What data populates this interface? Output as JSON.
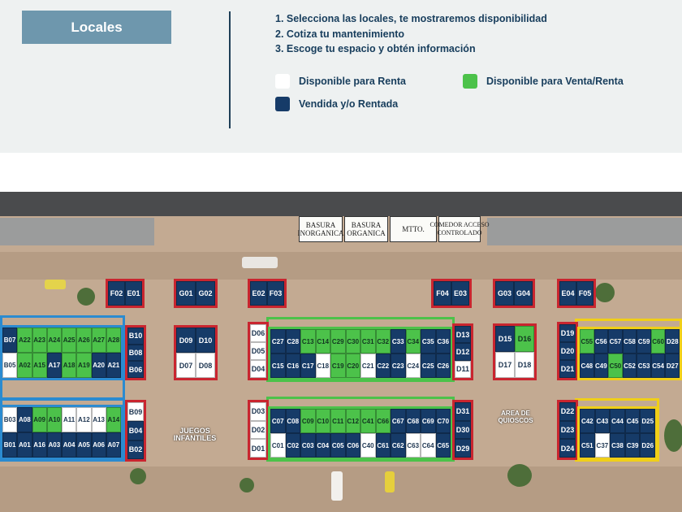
{
  "header": {
    "button_label": "Locales",
    "steps": [
      "1. Selecciona las locales, te mostraremos disponibilidad",
      "2. Cotiza tu mantenimiento",
      "3. Escoge tu espacio y obtén información"
    ],
    "legend": [
      {
        "label": "Disponible para Renta",
        "color": "#ffffff"
      },
      {
        "label": "Disponible para Venta/Renta",
        "color": "#4cc24a"
      },
      {
        "label": "Vendida y/o Rentada",
        "color": "#163b68"
      }
    ]
  },
  "status_colors": {
    "w": "#ffffff",
    "g": "#4cc24a",
    "b": "#163b68"
  },
  "map": {
    "utilities": [
      "BASURA\nINORGANICA",
      "BASURA\nORGANICA",
      "MTTO.",
      "COMEDOR ACCESO\nCONTROLADO"
    ],
    "areas": {
      "juegos": "JUEGOS\nINFANTILES",
      "quioscos": "AREA DE\nQUIOSCOS"
    },
    "blocks": {
      "F02E01": [
        [
          {
            "id": "F02",
            "s": "b"
          },
          {
            "id": "E01",
            "s": "b"
          }
        ]
      ],
      "G01G02": [
        [
          {
            "id": "G01",
            "s": "b"
          },
          {
            "id": "G02",
            "s": "b"
          }
        ]
      ],
      "E02F03": [
        [
          {
            "id": "E02",
            "s": "b"
          },
          {
            "id": "F03",
            "s": "b"
          }
        ]
      ],
      "F04E03": [
        [
          {
            "id": "F04",
            "s": "b"
          },
          {
            "id": "E03",
            "s": "b"
          }
        ]
      ],
      "G03G04": [
        [
          {
            "id": "G03",
            "s": "b"
          },
          {
            "id": "G04",
            "s": "b"
          }
        ]
      ],
      "E04F05": [
        [
          {
            "id": "E04",
            "s": "b"
          },
          {
            "id": "F05",
            "s": "b"
          }
        ]
      ],
      "A_top": [
        [
          {
            "id": "B07",
            "s": "b"
          },
          {
            "id": "A22",
            "s": "g"
          },
          {
            "id": "A23",
            "s": "g"
          },
          {
            "id": "A24",
            "s": "g"
          },
          {
            "id": "A25",
            "s": "g"
          },
          {
            "id": "A26",
            "s": "g"
          },
          {
            "id": "A27",
            "s": "g"
          },
          {
            "id": "A28",
            "s": "g"
          }
        ],
        [
          {
            "id": "B05",
            "s": "w"
          },
          {
            "id": "A02",
            "s": "g"
          },
          {
            "id": "A15",
            "s": "g"
          },
          {
            "id": "A17",
            "s": "b"
          },
          {
            "id": "A18",
            "s": "g"
          },
          {
            "id": "A19",
            "s": "g"
          },
          {
            "id": "A20",
            "s": "b"
          },
          {
            "id": "A21",
            "s": "b"
          }
        ]
      ],
      "B_top": [
        [
          {
            "id": "B10",
            "s": "b"
          }
        ],
        [
          {
            "id": "B08",
            "s": "b"
          }
        ],
        [
          {
            "id": "B06",
            "s": "b"
          }
        ]
      ],
      "A_bot": [
        [
          {
            "id": "B03",
            "s": "w"
          },
          {
            "id": "A08",
            "s": "b"
          },
          {
            "id": "A09",
            "s": "g"
          },
          {
            "id": "A10",
            "s": "g"
          },
          {
            "id": "A11",
            "s": "w"
          },
          {
            "id": "A12",
            "s": "w"
          },
          {
            "id": "A13",
            "s": "w"
          },
          {
            "id": "A14",
            "s": "g"
          }
        ],
        [
          {
            "id": "B01",
            "s": "b"
          },
          {
            "id": "A01",
            "s": "b"
          },
          {
            "id": "A16",
            "s": "b"
          },
          {
            "id": "A03",
            "s": "b"
          },
          {
            "id": "A04",
            "s": "b"
          },
          {
            "id": "A05",
            "s": "b"
          },
          {
            "id": "A06",
            "s": "b"
          },
          {
            "id": "A07",
            "s": "b"
          }
        ]
      ],
      "B_bot": [
        [
          {
            "id": "B09",
            "s": "w"
          }
        ],
        [
          {
            "id": "B04",
            "s": "b"
          }
        ],
        [
          {
            "id": "B02",
            "s": "b"
          }
        ]
      ],
      "D_left": [
        [
          {
            "id": "D09",
            "s": "b"
          },
          {
            "id": "D10",
            "s": "b"
          }
        ],
        [
          {
            "id": "D07",
            "s": "w"
          },
          {
            "id": "D08",
            "s": "w"
          }
        ]
      ],
      "D_col1": [
        [
          {
            "id": "D06",
            "s": "w"
          }
        ],
        [
          {
            "id": "D05",
            "s": "w"
          }
        ],
        [
          {
            "id": "D04",
            "s": "w"
          }
        ]
      ],
      "C_top": [
        [
          {
            "id": "C27",
            "s": "b"
          },
          {
            "id": "C28",
            "s": "b"
          },
          {
            "id": "C13",
            "s": "g"
          },
          {
            "id": "C14",
            "s": "g"
          },
          {
            "id": "C29",
            "s": "g"
          },
          {
            "id": "C30",
            "s": "g"
          },
          {
            "id": "C31",
            "s": "g"
          },
          {
            "id": "C32",
            "s": "g"
          },
          {
            "id": "C33",
            "s": "b"
          },
          {
            "id": "C34",
            "s": "g"
          },
          {
            "id": "C35",
            "s": "b"
          },
          {
            "id": "C36",
            "s": "b"
          }
        ],
        [
          {
            "id": "C15",
            "s": "b"
          },
          {
            "id": "C16",
            "s": "b"
          },
          {
            "id": "C17",
            "s": "b"
          },
          {
            "id": "C18",
            "s": "w"
          },
          {
            "id": "C19",
            "s": "g"
          },
          {
            "id": "C20",
            "s": "g"
          },
          {
            "id": "C21",
            "s": "w"
          },
          {
            "id": "C22",
            "s": "b"
          },
          {
            "id": "C23",
            "s": "b"
          },
          {
            "id": "C24",
            "s": "w"
          },
          {
            "id": "C25",
            "s": "b"
          },
          {
            "id": "C26",
            "s": "b"
          }
        ]
      ],
      "D_col2": [
        [
          {
            "id": "D13",
            "s": "b"
          }
        ],
        [
          {
            "id": "D12",
            "s": "b"
          }
        ],
        [
          {
            "id": "D11",
            "s": "w"
          }
        ]
      ],
      "D_col3": [
        [
          {
            "id": "D03",
            "s": "w"
          }
        ],
        [
          {
            "id": "D02",
            "s": "w"
          }
        ],
        [
          {
            "id": "D01",
            "s": "w"
          }
        ]
      ],
      "C_bot": [
        [
          {
            "id": "C07",
            "s": "b"
          },
          {
            "id": "C08",
            "s": "b"
          },
          {
            "id": "C09",
            "s": "g"
          },
          {
            "id": "C10",
            "s": "g"
          },
          {
            "id": "C11",
            "s": "g"
          },
          {
            "id": "C12",
            "s": "g"
          },
          {
            "id": "C41",
            "s": "g"
          },
          {
            "id": "C66",
            "s": "g"
          },
          {
            "id": "C67",
            "s": "b"
          },
          {
            "id": "C68",
            "s": "b"
          },
          {
            "id": "C69",
            "s": "b"
          },
          {
            "id": "C70",
            "s": "b"
          }
        ],
        [
          {
            "id": "C01",
            "s": "w"
          },
          {
            "id": "C02",
            "s": "b"
          },
          {
            "id": "C03",
            "s": "b"
          },
          {
            "id": "C04",
            "s": "b"
          },
          {
            "id": "C05",
            "s": "b"
          },
          {
            "id": "C06",
            "s": "b"
          },
          {
            "id": "C40",
            "s": "w"
          },
          {
            "id": "C61",
            "s": "b"
          },
          {
            "id": "C62",
            "s": "b"
          },
          {
            "id": "C63",
            "s": "w"
          },
          {
            "id": "C64",
            "s": "w"
          },
          {
            "id": "C65",
            "s": "b"
          }
        ]
      ],
      "D_col4": [
        [
          {
            "id": "D31",
            "s": "b"
          }
        ],
        [
          {
            "id": "D30",
            "s": "b"
          }
        ],
        [
          {
            "id": "D29",
            "s": "b"
          }
        ]
      ],
      "D_mid": [
        [
          {
            "id": "D15",
            "s": "b"
          },
          {
            "id": "D16",
            "s": "g"
          }
        ],
        [
          {
            "id": "D17",
            "s": "w"
          },
          {
            "id": "D18",
            "s": "w"
          }
        ]
      ],
      "D_col5": [
        [
          {
            "id": "D19",
            "s": "b"
          }
        ],
        [
          {
            "id": "D20",
            "s": "b"
          }
        ],
        [
          {
            "id": "D21",
            "s": "b"
          }
        ]
      ],
      "C_right_top": [
        [
          {
            "id": "C55",
            "s": "g"
          },
          {
            "id": "C56",
            "s": "b"
          },
          {
            "id": "C57",
            "s": "b"
          },
          {
            "id": "C58",
            "s": "b"
          },
          {
            "id": "C59",
            "s": "b"
          },
          {
            "id": "C60",
            "s": "g"
          },
          {
            "id": "D28",
            "s": "b"
          }
        ],
        [
          {
            "id": "C48",
            "s": "b"
          },
          {
            "id": "C49",
            "s": "b"
          },
          {
            "id": "C50",
            "s": "g"
          },
          {
            "id": "C52",
            "s": "b"
          },
          {
            "id": "C53",
            "s": "b"
          },
          {
            "id": "C54",
            "s": "b"
          },
          {
            "id": "D27",
            "s": "b"
          }
        ]
      ],
      "D_col6": [
        [
          {
            "id": "D22",
            "s": "b"
          }
        ],
        [
          {
            "id": "D23",
            "s": "b"
          }
        ],
        [
          {
            "id": "D24",
            "s": "b"
          }
        ]
      ],
      "C_right_bot": [
        [
          {
            "id": "C42",
            "s": "b"
          },
          {
            "id": "C43",
            "s": "b"
          },
          {
            "id": "C44",
            "s": "b"
          },
          {
            "id": "C45",
            "s": "b"
          },
          {
            "id": "D25",
            "s": "b"
          }
        ],
        [
          {
            "id": "C51",
            "s": "b"
          },
          {
            "id": "C37",
            "s": "w"
          },
          {
            "id": "C38",
            "s": "b"
          },
          {
            "id": "C39",
            "s": "b"
          },
          {
            "id": "D26",
            "s": "b"
          }
        ]
      ]
    }
  }
}
